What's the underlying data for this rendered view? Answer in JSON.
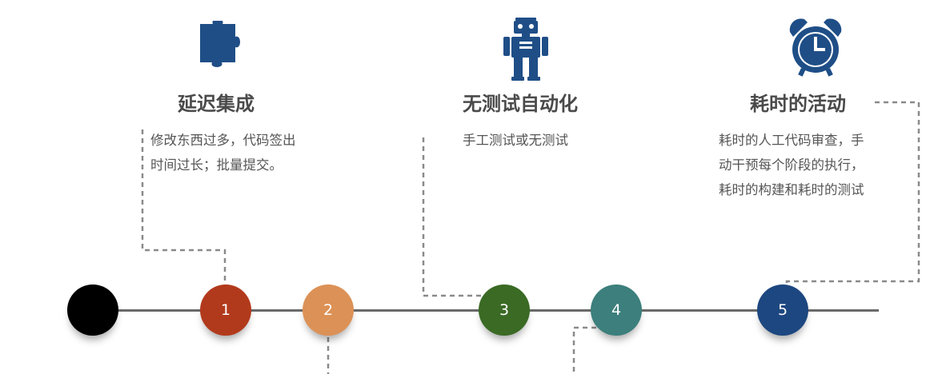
{
  "steps": [
    {
      "title": "延迟集成",
      "desc_lines": [
        "修改东西过多，代码签出",
        "时间过长；批量提交。"
      ],
      "icon": "puzzle-piece-icon"
    },
    {
      "title": "无测试自动化",
      "desc_lines": [
        "手工测试或无测试"
      ],
      "icon": "robot-icon"
    },
    {
      "title": "耗时的活动",
      "desc_lines": [
        "耗时的人工代码审查，手",
        "动干预每个阶段的执行，",
        "耗时的构建和耗时的测试"
      ],
      "icon": "alarm-clock-icon"
    }
  ],
  "nodes": [
    {
      "label": "",
      "color": "#000000"
    },
    {
      "label": "1",
      "color": "#b23a1c"
    },
    {
      "label": "2",
      "color": "#dc9156"
    },
    {
      "label": "3",
      "color": "#3a6a24"
    },
    {
      "label": "4",
      "color": "#3c7f7c"
    },
    {
      "label": "5",
      "color": "#1d4780"
    }
  ],
  "colors": {
    "icon": "#1f4e87",
    "line": "#6a6a6a",
    "dash": "#8a8a8a"
  }
}
